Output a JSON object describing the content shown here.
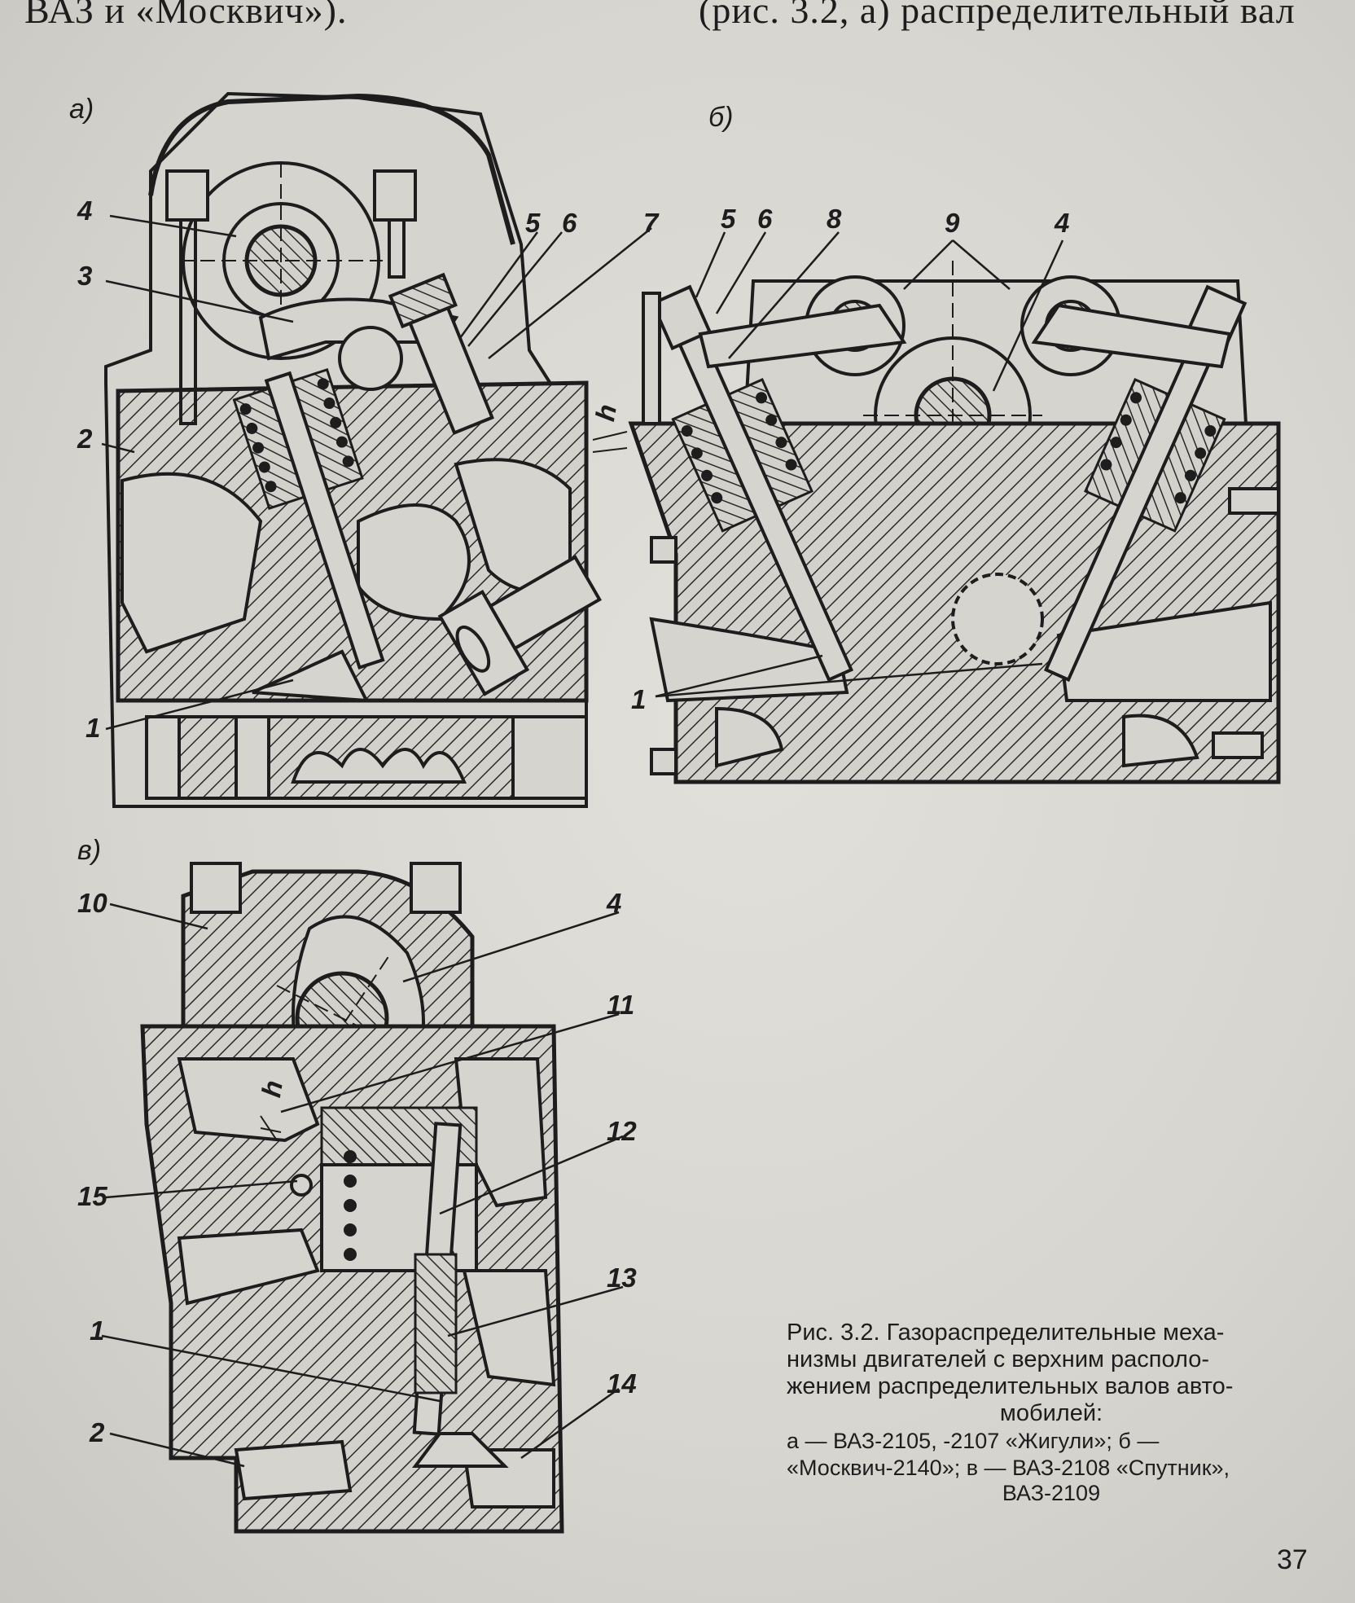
{
  "page": {
    "top_left_text": "ВАЗ и «Москвич»).",
    "top_right_text": "(рис. 3.2, а) распределительный вал",
    "page_number": "37"
  },
  "figure": {
    "panels": [
      {
        "label": "а)",
        "callouts": [
          "4",
          "3",
          "2",
          "5",
          "6",
          "7",
          "h",
          "1"
        ]
      },
      {
        "label": "б)",
        "callouts": [
          "5",
          "6",
          "8",
          "9",
          "4",
          "1"
        ]
      },
      {
        "label": "в)",
        "callouts": [
          "10",
          "4",
          "11",
          "h",
          "15",
          "12",
          "13",
          "1",
          "14",
          "2"
        ]
      }
    ]
  },
  "caption": {
    "title_line1": "Рис. 3.2. Газораспределительные меха-",
    "title_line2": "низмы двигателей с верхним располо-",
    "title_line3": "жением распределительных валов авто-",
    "title_line4": "мобилей:",
    "legend_line1": "а — ВАЗ-2105, -2107 «Жигули»; б —",
    "legend_line2": "«Москвич-2140»; в — ВАЗ-2108 «Спутник»,",
    "legend_line3": "ВАЗ-2109"
  }
}
